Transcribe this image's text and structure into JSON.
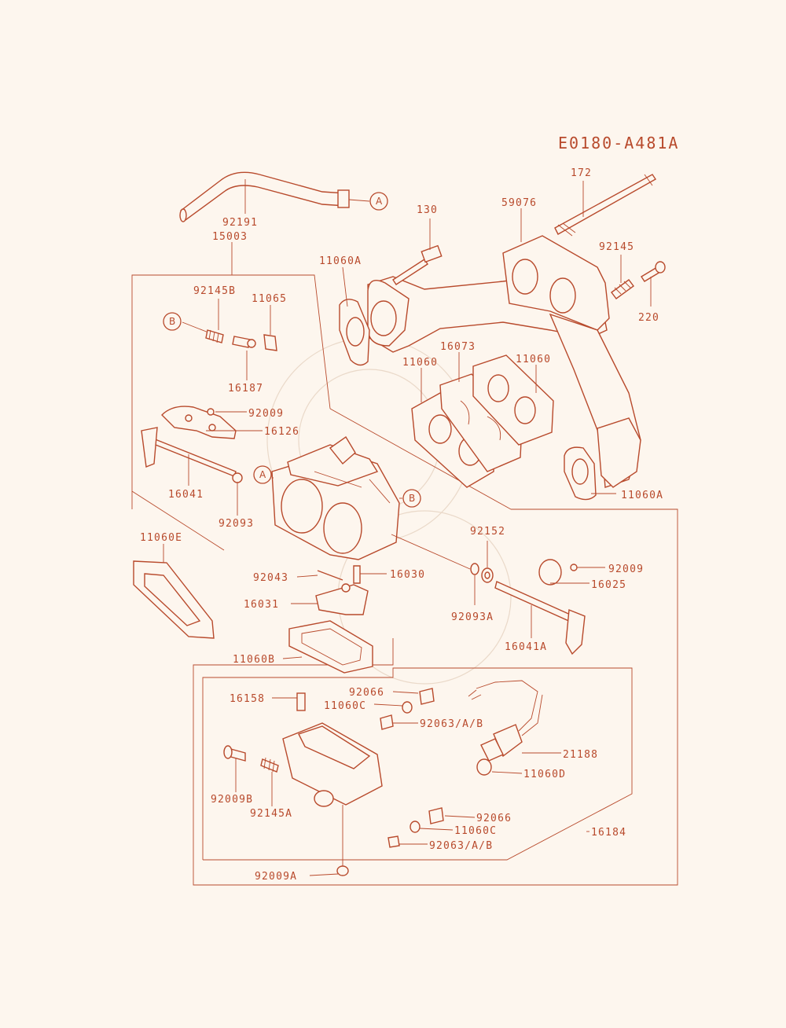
{
  "diagram_code": "E0180-A481A",
  "callouts": {
    "a": "A",
    "b": "B"
  },
  "parts": {
    "p92191": "92191",
    "p15003": "15003",
    "p130": "130",
    "p59076": "59076",
    "p172": "172",
    "p11060A_top": "11060A",
    "p92145": "92145",
    "p220": "220",
    "p92145B": "92145B",
    "p11065": "11065",
    "p16187": "16187",
    "p16073": "16073",
    "p11060_left": "11060",
    "p11060_right": "11060",
    "p92009_top": "92009",
    "p16126": "16126",
    "p16041": "16041",
    "p92093": "92093",
    "p11060A_bottom": "11060A",
    "p11060E": "11060E",
    "p92152": "92152",
    "p92009_right": "92009",
    "p16025": "16025",
    "p92043": "92043",
    "p16030": "16030",
    "p92093A": "92093A",
    "p16031": "16031",
    "p16041A": "16041A",
    "p11060B": "11060B",
    "p16158": "16158",
    "p92066_top": "92066",
    "p11060C_top": "11060C",
    "p92063_top": "92063/A/B",
    "p21188": "21188",
    "p11060D": "11060D",
    "p92009B": "92009B",
    "p92145A": "92145A",
    "p92066_bottom": "92066",
    "p11060C_bottom": "11060C",
    "p16184": "16184",
    "p92063_bottom": "92063/A/B",
    "p92009A": "92009A"
  }
}
